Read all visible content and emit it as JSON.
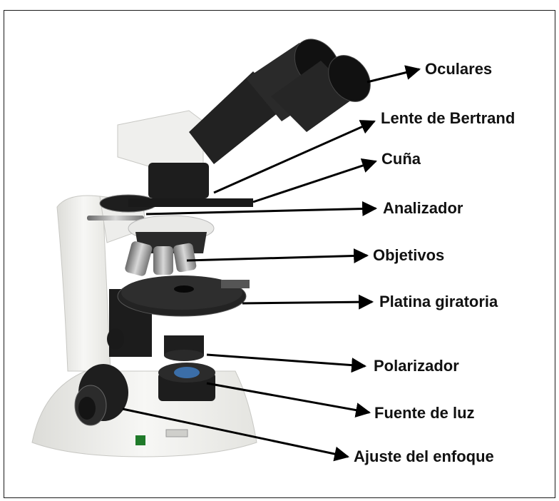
{
  "labels": {
    "oculares": "Oculares",
    "lente_bertrand": "Lente de Bertrand",
    "cuna": "Cuña",
    "analizador": "Analizador",
    "objetivos": "Objetivos",
    "platina": "Platina giratoria",
    "polarizador": "Polarizador",
    "fuente": "Fuente de luz",
    "ajuste": "Ajuste del enfoque"
  },
  "colors": {
    "body": "#f2f2f0",
    "body_shadow": "#d6d6d2",
    "black_parts": "#1c1c1c",
    "dark_grey": "#3a3a3a",
    "arrow": "#000000"
  }
}
